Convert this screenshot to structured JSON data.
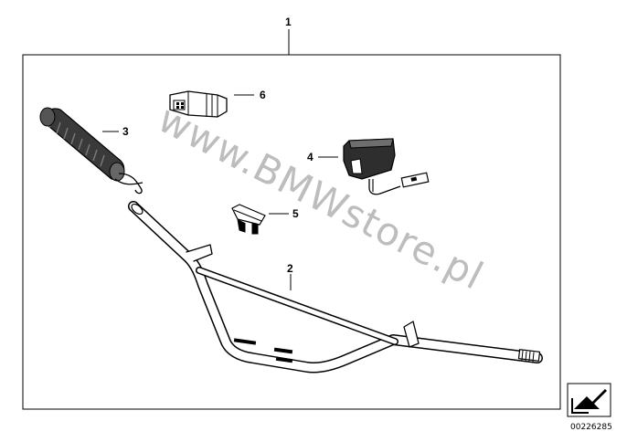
{
  "diagram": {
    "type": "parts-diagram",
    "callouts": [
      {
        "id": "1",
        "label": "1"
      },
      {
        "id": "2",
        "label": "2"
      },
      {
        "id": "3",
        "label": "3"
      },
      {
        "id": "4",
        "label": "4"
      },
      {
        "id": "5",
        "label": "5"
      },
      {
        "id": "6",
        "label": "6"
      }
    ],
    "watermark": "www.BMWstore.pl",
    "reference_code": "00226285",
    "colors": {
      "line": "#000000",
      "watermark": "#bdbdbd",
      "background": "#ffffff"
    }
  }
}
